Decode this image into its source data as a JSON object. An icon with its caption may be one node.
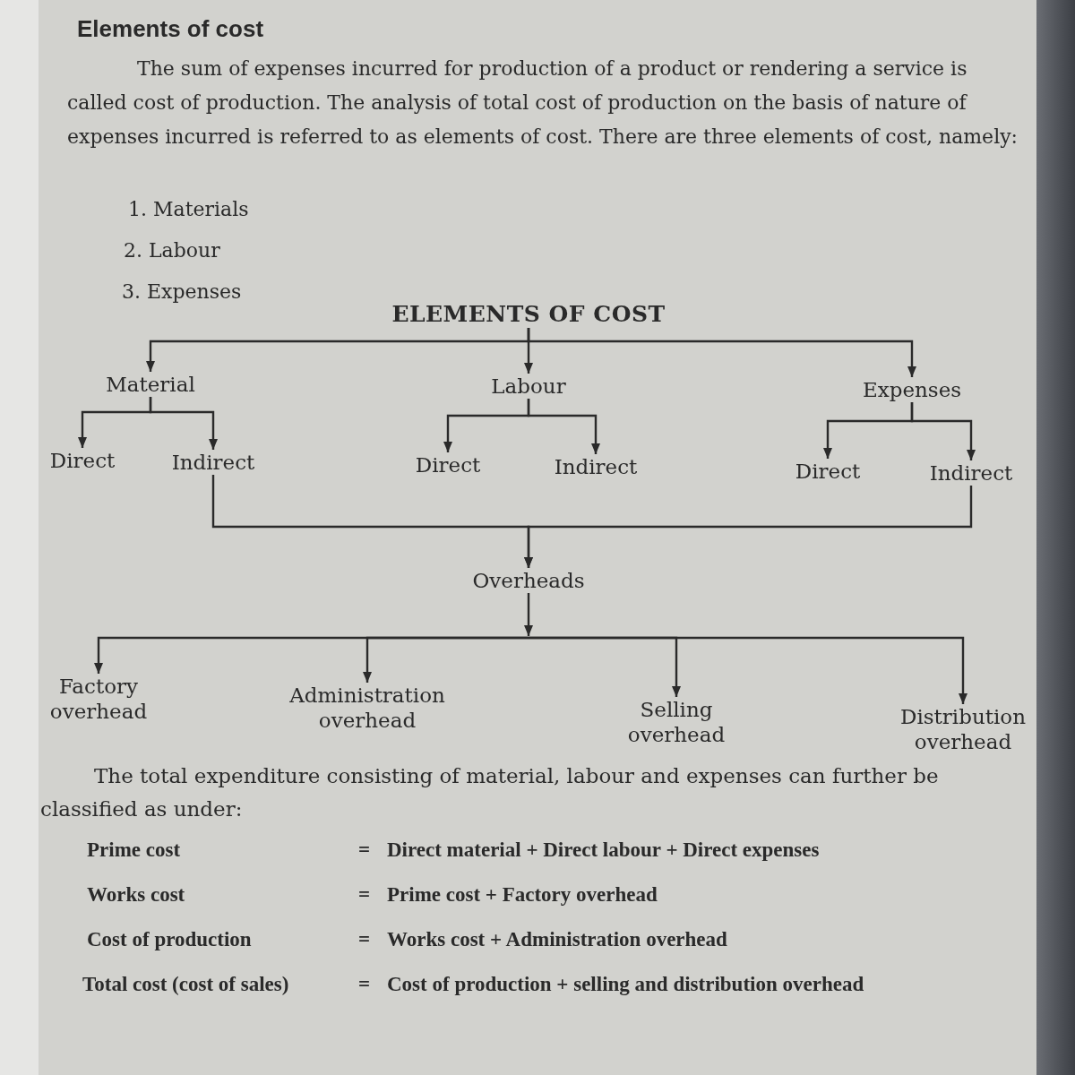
{
  "diagram": {
    "title": "Elements of cost",
    "nodes": [
      {
        "text": [
          "ELEMENTS OF COST"
        ]
      },
      {
        "text": [
          "Material"
        ]
      },
      {
        "text": [
          "Labour"
        ]
      },
      {
        "text": [
          "Expenses"
        ]
      },
      {
        "text": [
          "Direct"
        ]
      },
      {
        "text": [
          "Indirect"
        ]
      },
      {
        "text": [
          "Direct"
        ]
      },
      {
        "text": [
          "Indirect"
        ]
      },
      {
        "text": [
          "Direct"
        ]
      },
      {
        "text": [
          "Indirect"
        ]
      },
      {
        "text": [
          "Overheads"
        ]
      },
      {
        "text": [
          "Factory overhead"
        ]
      },
      {
        "text": [
          "Administration overhead"
        ]
      },
      {
        "text": [
          "Selling overhead"
        ]
      },
      {
        "text": [
          "Distribution overhead"
        ]
      }
    ],
    "edges": [
      {
        "from": 0,
        "to": 1,
        "arrow": "to"
      },
      {
        "from": 0,
        "to": 2,
        "arrow": "to"
      },
      {
        "from": 0,
        "to": 3,
        "arrow": "to"
      },
      {
        "from": 1,
        "to": 4,
        "arrow": "to"
      },
      {
        "from": 1,
        "to": 5,
        "arrow": "to"
      },
      {
        "from": 2,
        "to": 6,
        "arrow": "to"
      },
      {
        "from": 2,
        "to": 7,
        "arrow": "to"
      },
      {
        "from": 3,
        "to": 8,
        "arrow": "to"
      },
      {
        "from": 3,
        "to": 9,
        "arrow": "to"
      },
      {
        "from": 5,
        "to": 10,
        "arrow": "to"
      },
      {
        "from": 9,
        "to": 10,
        "arrow": "to"
      },
      {
        "from": 10,
        "to": 11,
        "arrow": "to"
      },
      {
        "from": 10,
        "to": 12,
        "arrow": "to"
      },
      {
        "from": 10,
        "to": 13,
        "arrow": "to"
      },
      {
        "from": 10,
        "to": 14,
        "arrow": "to"
      }
    ],
    "labels": [
      "The sum of expenses incurred for production of a product or rendering a service is called cost of production. The analysis of total cost of production on the basis of nature of expenses incurred is referred to as elements of cost. There are three elements of cost, namely:",
      "1. Materials",
      "2. Labour",
      "3. Expenses",
      "The total expenditure consisting of material, labour and expenses can further be classified as under:",
      "Prime cost",
      "=",
      "Direct material + Direct labour + Direct expenses",
      "Works cost",
      "=",
      "Prime cost + Factory overhead",
      "Cost of production",
      "=",
      "Works cost + Administration overhead",
      "Total cost (cost of sales)",
      "=",
      "Cost of production + selling and distribution overhead"
    ]
  }
}
